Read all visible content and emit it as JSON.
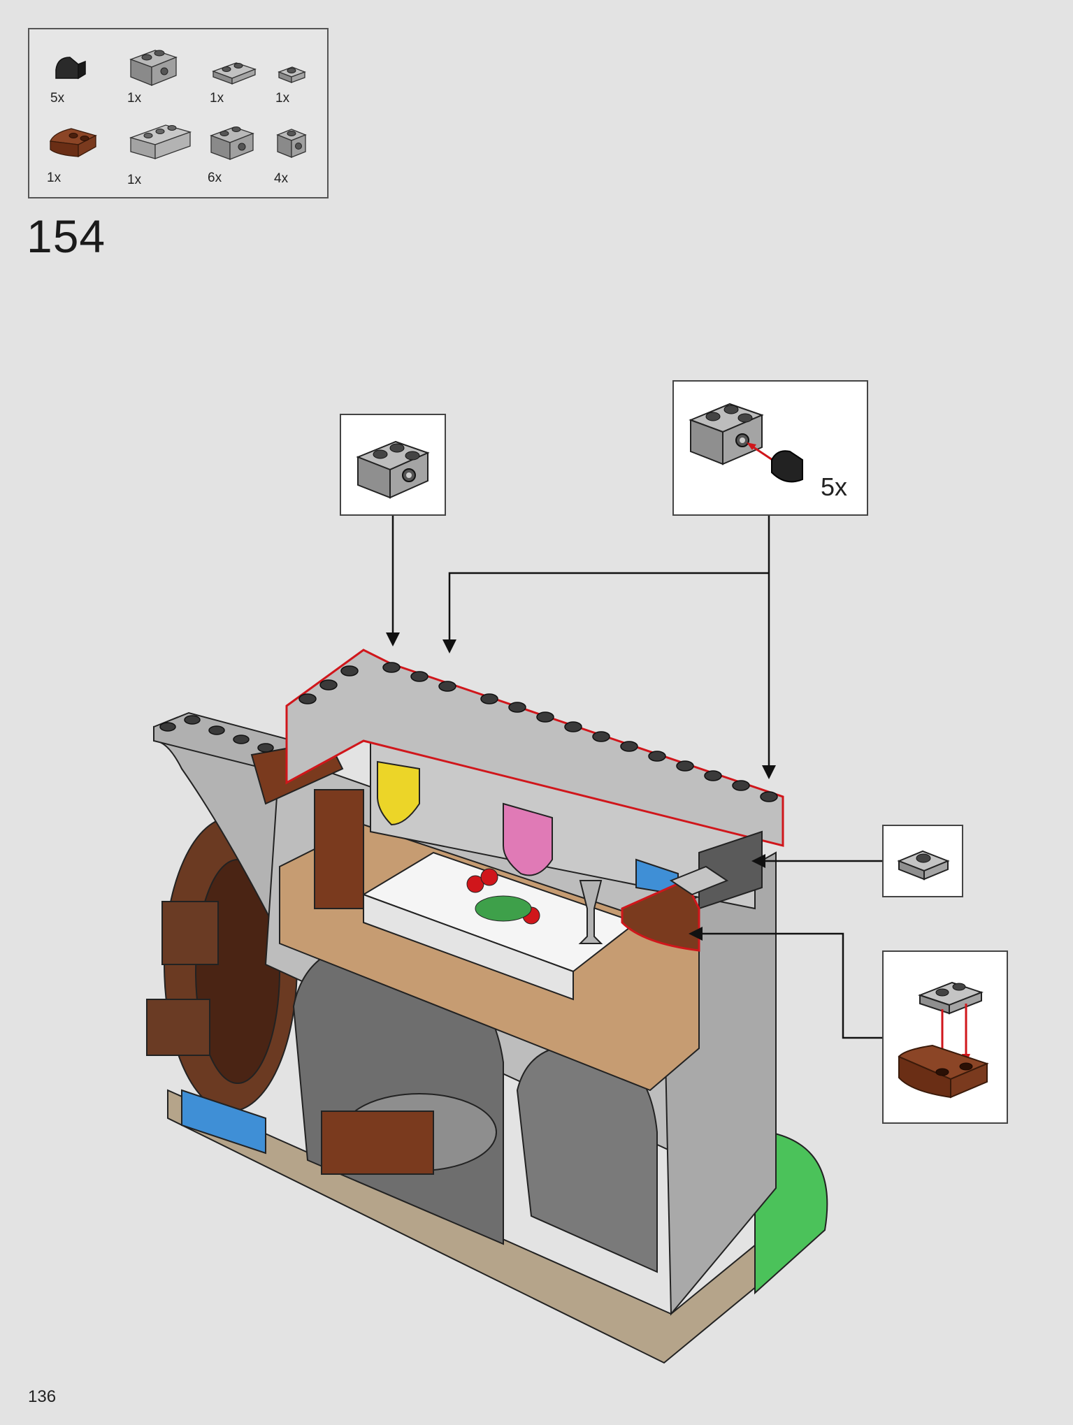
{
  "step": {
    "number": "154"
  },
  "page": {
    "number": "136"
  },
  "parts_list": [
    {
      "icon": "black-curved-slope-1x1-icon",
      "qty": "5x"
    },
    {
      "icon": "grey-brick-1x2-with-hole-icon",
      "qty": "1x"
    },
    {
      "icon": "grey-plate-1x2-icon",
      "qty": "1x"
    },
    {
      "icon": "grey-plate-1x1-icon",
      "qty": "1x"
    },
    {
      "icon": "brown-curved-plate-icon",
      "qty": "1x"
    },
    {
      "icon": "grey-brick-1x3-icon",
      "qty": "1x"
    },
    {
      "icon": "grey-brick-1x2-technic-icon",
      "qty": "6x"
    },
    {
      "icon": "grey-brick-1x1-with-hole-icon",
      "qty": "4x"
    }
  ],
  "callouts": {
    "brick_with_hole": {
      "icon": "grey-brick-1x2-with-hole-icon"
    },
    "subassembly": {
      "icon": "brick-with-slope-subassembly-icon",
      "multiplier": "5x"
    },
    "plate_1x1": {
      "icon": "grey-plate-1x1-icon"
    },
    "plate_on_brown": {
      "icon": "plate-on-brown-curved-plate-icon"
    }
  },
  "colors": {
    "page_bg": "#e3e3e3",
    "brick_grey": "#a9a9a9",
    "brick_dark": "#5a5a5a",
    "brown": "#7a3a1e",
    "highlight_red": "#d0161b",
    "tan": "#d6be8c",
    "blue": "#3f8fd6",
    "green": "#4bc25a"
  }
}
